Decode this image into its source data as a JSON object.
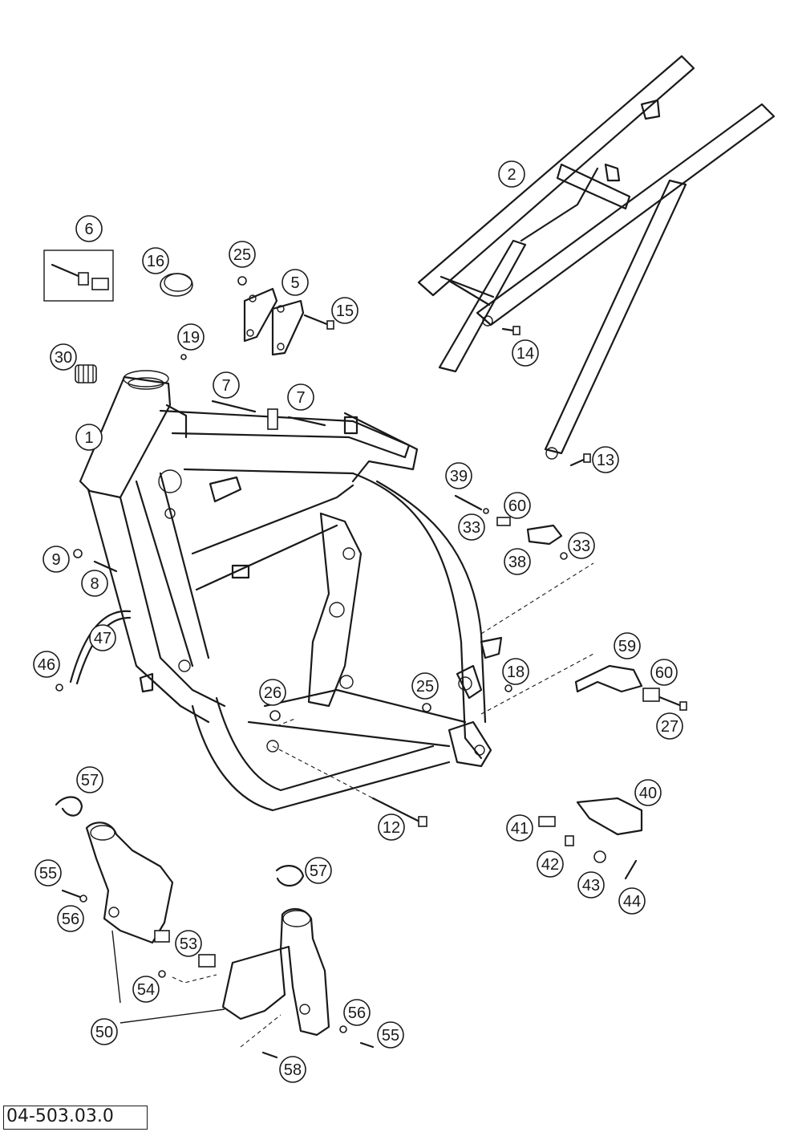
{
  "diagram_code": "04-503.03.0",
  "callouts": [
    {
      "id": "c1",
      "number": "1"
    },
    {
      "id": "c2",
      "number": "2"
    },
    {
      "id": "c5",
      "number": "5"
    },
    {
      "id": "c6",
      "number": "6"
    },
    {
      "id": "c7a",
      "number": "7"
    },
    {
      "id": "c7b",
      "number": "7"
    },
    {
      "id": "c8",
      "number": "8"
    },
    {
      "id": "c9",
      "number": "9"
    },
    {
      "id": "c12",
      "number": "12"
    },
    {
      "id": "c13",
      "number": "13"
    },
    {
      "id": "c14",
      "number": "14"
    },
    {
      "id": "c15",
      "number": "15"
    },
    {
      "id": "c16",
      "number": "16"
    },
    {
      "id": "c18",
      "number": "18"
    },
    {
      "id": "c19",
      "number": "19"
    },
    {
      "id": "c25a",
      "number": "25"
    },
    {
      "id": "c25b",
      "number": "25"
    },
    {
      "id": "c26",
      "number": "26"
    },
    {
      "id": "c27",
      "number": "27"
    },
    {
      "id": "c30",
      "number": "30"
    },
    {
      "id": "c33a",
      "number": "33"
    },
    {
      "id": "c33b",
      "number": "33"
    },
    {
      "id": "c38",
      "number": "38"
    },
    {
      "id": "c39",
      "number": "39"
    },
    {
      "id": "c40",
      "number": "40"
    },
    {
      "id": "c41",
      "number": "41"
    },
    {
      "id": "c42",
      "number": "42"
    },
    {
      "id": "c43",
      "number": "43"
    },
    {
      "id": "c44",
      "number": "44"
    },
    {
      "id": "c46",
      "number": "46"
    },
    {
      "id": "c47",
      "number": "47"
    },
    {
      "id": "c50",
      "number": "50"
    },
    {
      "id": "c53",
      "number": "53"
    },
    {
      "id": "c54",
      "number": "54"
    },
    {
      "id": "c55a",
      "number": "55"
    },
    {
      "id": "c55b",
      "number": "55"
    },
    {
      "id": "c56a",
      "number": "56"
    },
    {
      "id": "c56b",
      "number": "56"
    },
    {
      "id": "c57a",
      "number": "57"
    },
    {
      "id": "c57b",
      "number": "57"
    },
    {
      "id": "c58",
      "number": "58"
    },
    {
      "id": "c59",
      "number": "59"
    },
    {
      "id": "c60a",
      "number": "60"
    },
    {
      "id": "c60b",
      "number": "60"
    }
  ]
}
